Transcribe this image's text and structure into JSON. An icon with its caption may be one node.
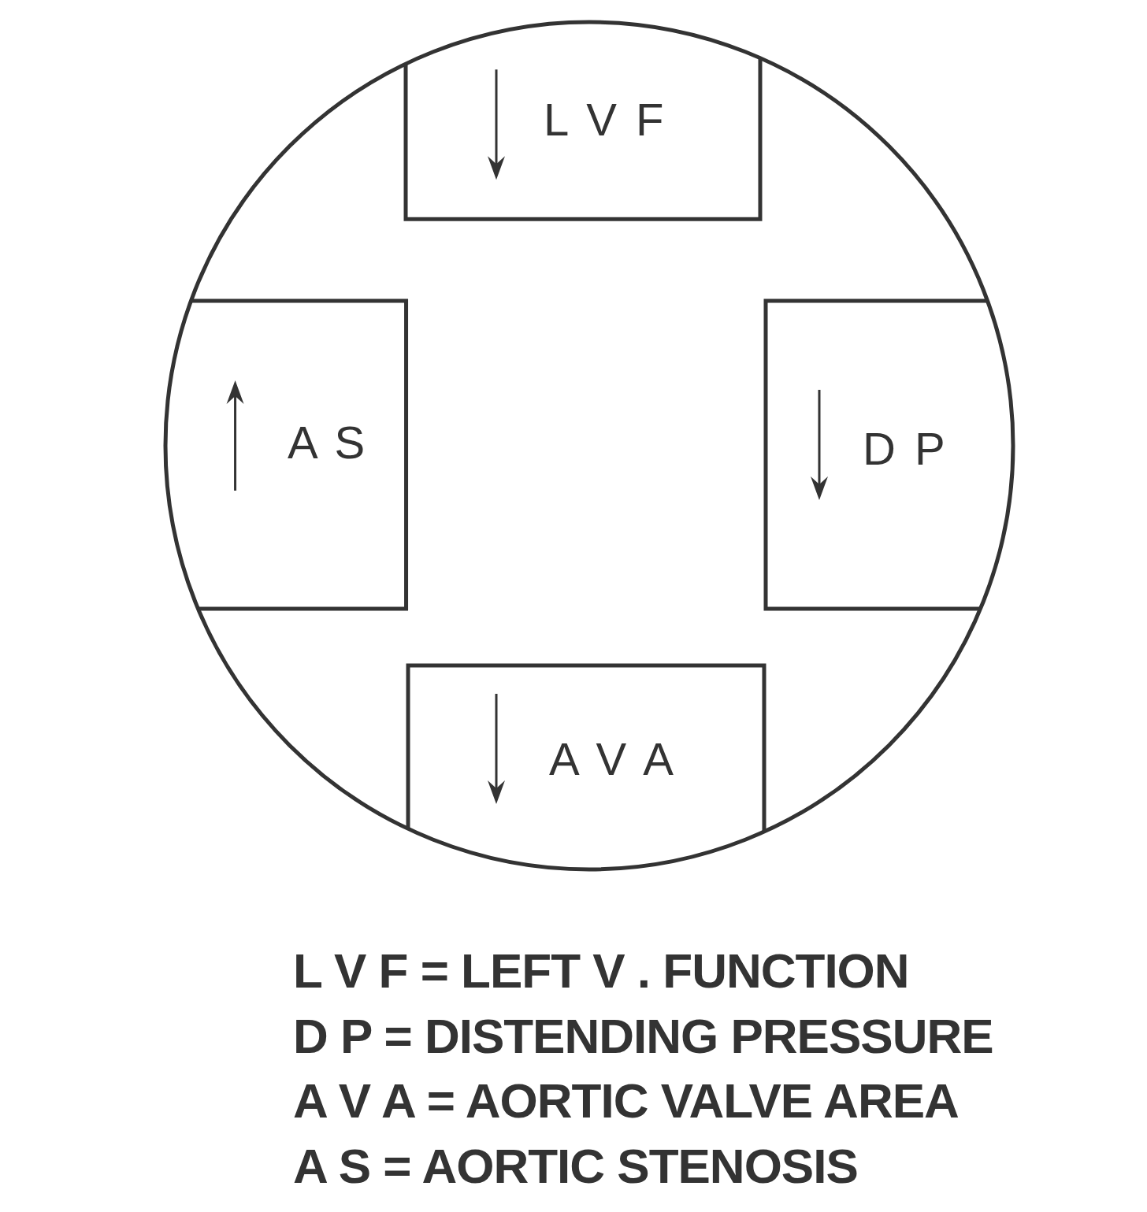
{
  "diagram": {
    "nodes": [
      {
        "text": [],
        "shape": "circle"
      },
      {
        "text": [
          "L V F"
        ],
        "in": 0
      },
      {
        "text": [
          "A S"
        ],
        "in": 0
      },
      {
        "text": [
          "D P"
        ],
        "in": 0
      },
      {
        "text": [
          "A V A"
        ],
        "in": 0
      }
    ],
    "edges": [],
    "labels": [
      "L V F = LEFT V . FUNCTION",
      "D P = DISTENDING PRESSURE",
      "A V A = AORTIC VALVE AREA",
      "A S = AORTIC STENOSIS"
    ]
  }
}
